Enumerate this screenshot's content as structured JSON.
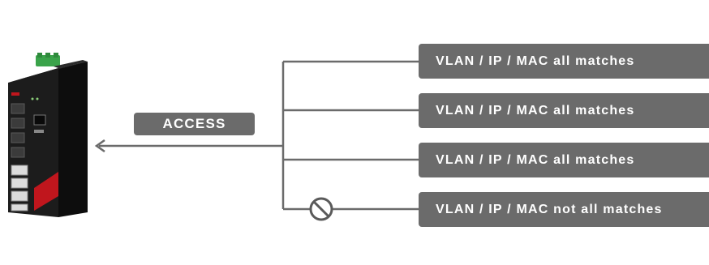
{
  "access_label": "ACCESS",
  "rules": [
    {
      "label": "VLAN / IP / MAC all matches",
      "allowed": true
    },
    {
      "label": "VLAN / IP / MAC all matches",
      "allowed": true
    },
    {
      "label": "VLAN / IP / MAC all matches",
      "allowed": true
    },
    {
      "label": "VLAN / IP / MAC not all matches",
      "allowed": false
    }
  ],
  "colors": {
    "line": "#6b6b6b",
    "pill": "#6b6b6b",
    "device_body": "#1c1c1c",
    "terminal_block": "#3aa34a",
    "accent": "#c0161d"
  },
  "icons": {
    "blocked": "prohibited-icon",
    "device": "industrial-switch-icon"
  }
}
